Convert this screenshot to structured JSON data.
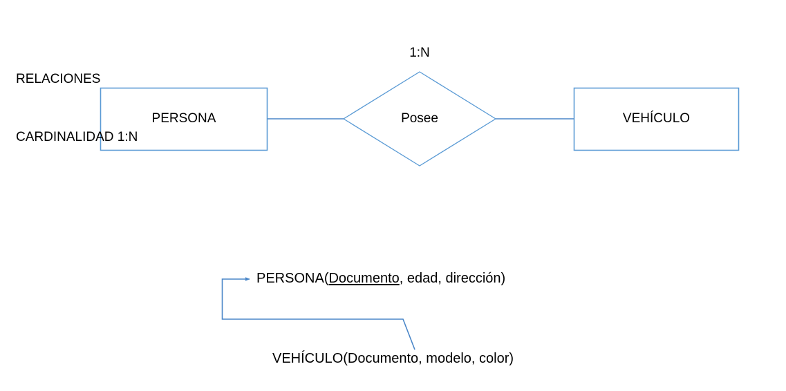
{
  "document": {
    "title_lines": [
      "RELACIONES",
      "CARDINALIDAD 1:N"
    ]
  },
  "colors": {
    "shape_stroke": "#5b9bd5",
    "connector": "#4a86c8",
    "text": "#000000",
    "background": "#ffffff"
  },
  "er_diagram": {
    "entities": [
      {
        "id": "persona",
        "label": "PERSONA",
        "shape": "rectangle"
      },
      {
        "id": "vehiculo",
        "label": "VEHÍCULO",
        "shape": "rectangle"
      }
    ],
    "relationship": {
      "id": "posee",
      "label": "Posee",
      "shape": "diamond",
      "cardinality": "1:N"
    },
    "connections": [
      {
        "from": "persona",
        "to": "posee"
      },
      {
        "from": "posee",
        "to": "vehiculo"
      }
    ]
  },
  "relational_schema": {
    "persona": {
      "name": "PERSONA",
      "open_paren": "(",
      "primary_key": "Documento",
      "attributes_tail": ", edad, dirección)"
    },
    "vehiculo": {
      "name": "VEHÍCULO",
      "full": "VEHÍCULO(Documento, modelo, color)"
    },
    "foreign_key_arrow": {
      "from_attribute": "Documento",
      "to_attribute": "Documento",
      "direction": "vehiculo-to-persona"
    }
  }
}
